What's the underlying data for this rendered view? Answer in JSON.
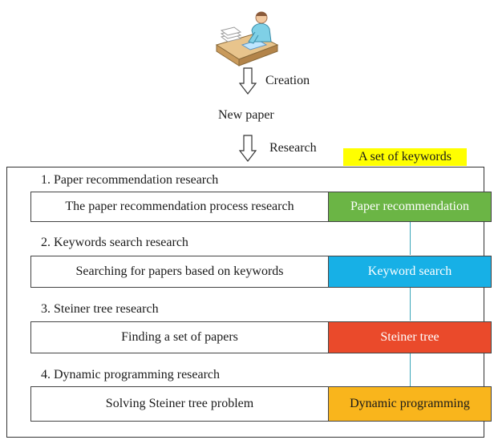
{
  "flow": {
    "creation_label": "Creation",
    "new_paper_label": "New paper",
    "research_label": "Research"
  },
  "keyword_tag": "A set of keywords",
  "sections": [
    {
      "heading": "1. Paper recommendation research",
      "description": "The paper recommendation process research",
      "method": "Paper recommendation",
      "color": "#6bb545"
    },
    {
      "heading": "2. Keywords search research",
      "description": "Searching for papers based on keywords",
      "method": "Keyword search",
      "color": "#17b0e6"
    },
    {
      "heading": "3. Steiner tree research",
      "description": "Finding a set of papers",
      "method": "Steiner tree",
      "color": "#ea4a2b"
    },
    {
      "heading": "4. Dynamic programming research",
      "description": "Solving Steiner tree problem",
      "method": "Dynamic programming",
      "color": "#f9b51c"
    }
  ]
}
